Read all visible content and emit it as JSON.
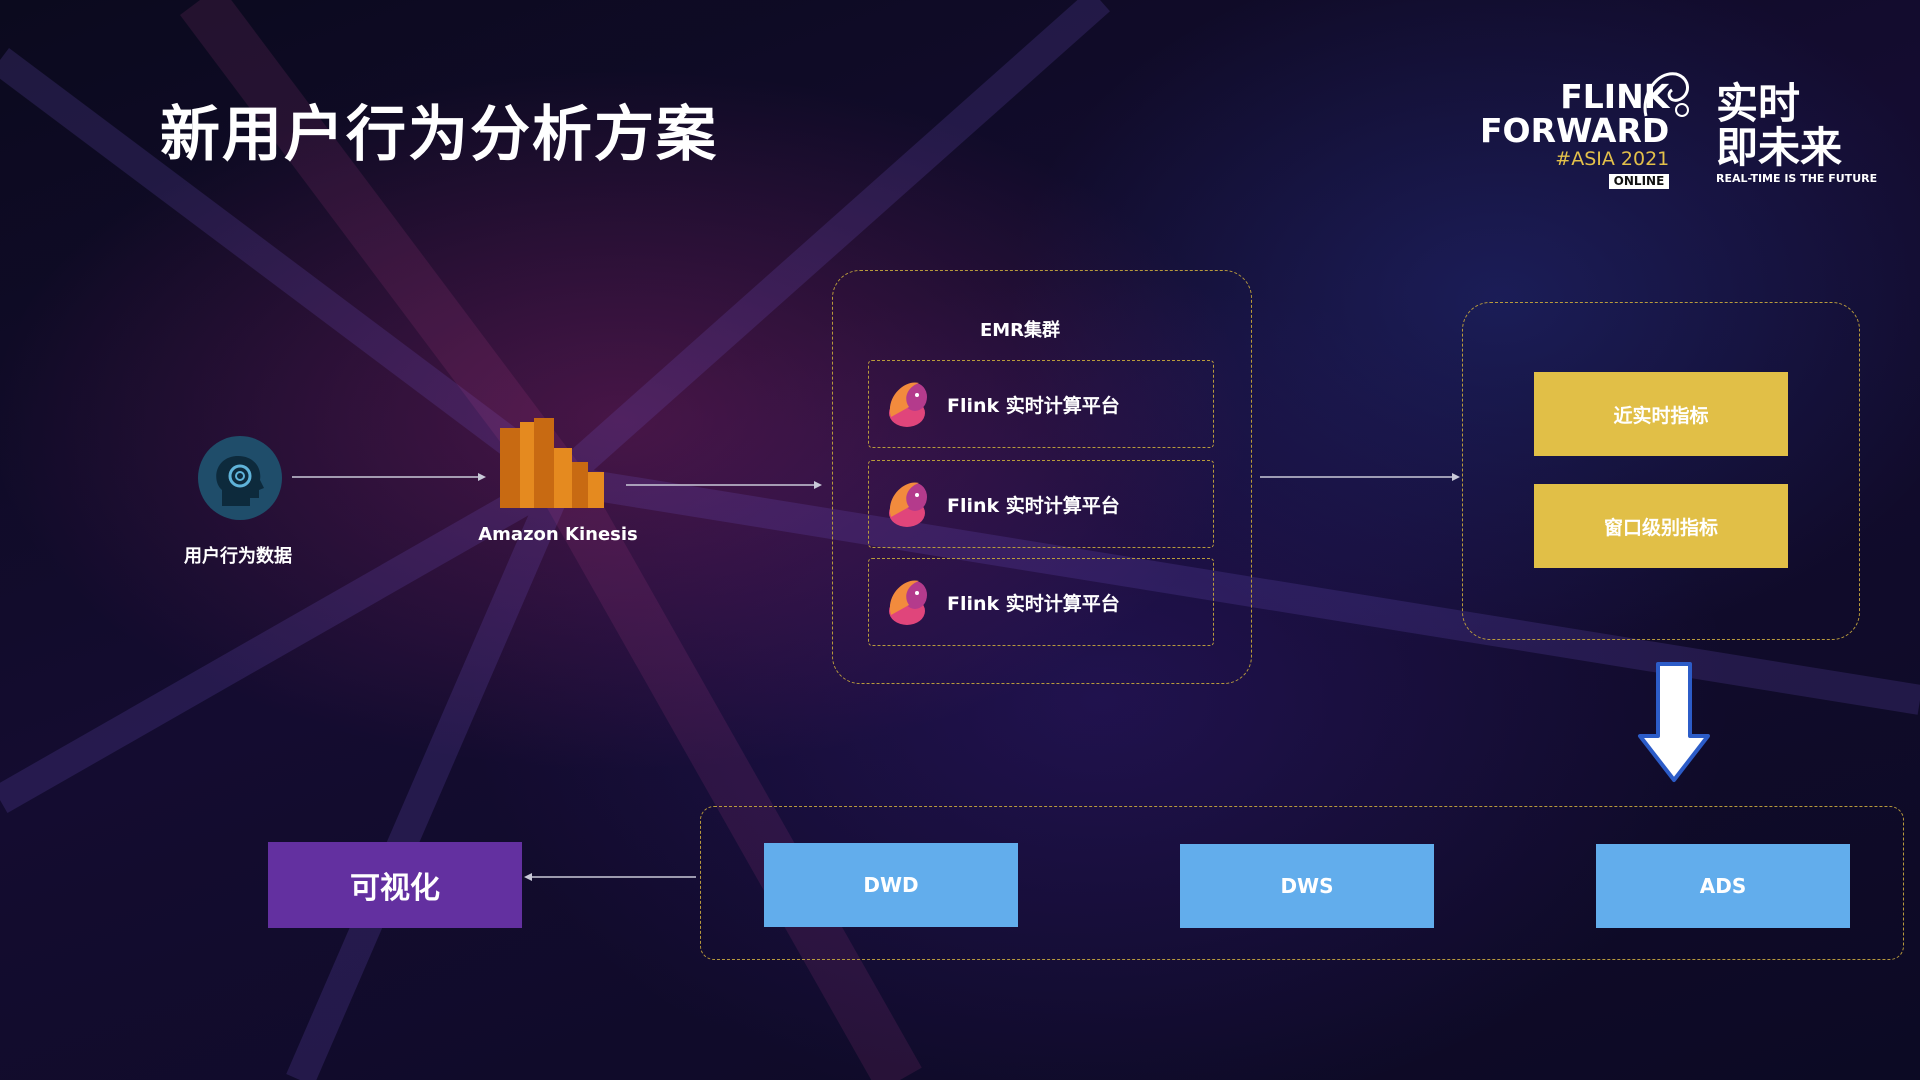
{
  "title": "新用户行为分析方案",
  "logo": {
    "line1": "FLINK",
    "line2": "FORWARD",
    "line3": "#ASIA 2021",
    "badge": "ONLINE",
    "cn1": "实时",
    "cn2": "即未来",
    "tagline": "REAL-TIME IS THE FUTURE"
  },
  "nodes": {
    "user_data": "用户行为数据",
    "kinesis": "Amazon Kinesis",
    "emr_title": "EMR集群",
    "flink_items": [
      "Flink 实时计算平台",
      "Flink 实时计算平台",
      "Flink 实时计算平台"
    ],
    "metrics": [
      "近实时指标",
      "窗口级别指标"
    ],
    "layers": [
      "DWD",
      "DWS",
      "ADS"
    ],
    "visualization": "可视化"
  },
  "colors": {
    "accent_yellow": "#e1bf47",
    "layer_blue": "#62adec",
    "visual_purple": "#6330a0",
    "dashed_border": "#b89a3c"
  }
}
